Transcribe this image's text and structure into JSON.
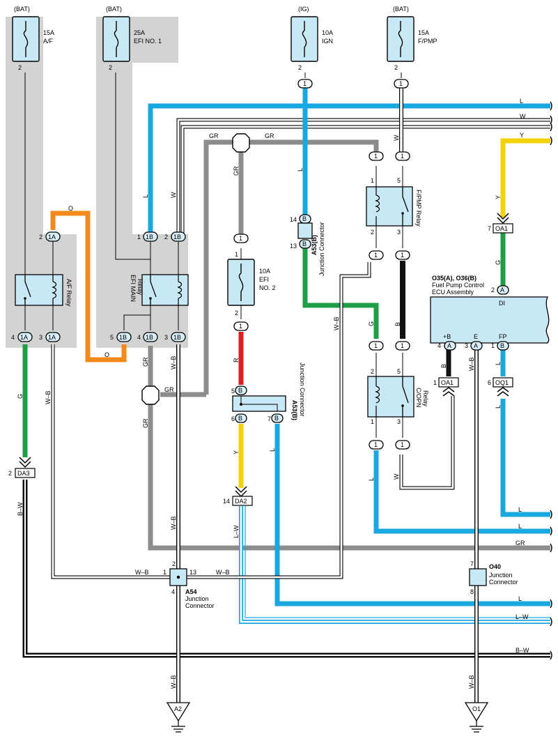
{
  "colors": {
    "L": "#1aa7e0",
    "G": "#1e9e46",
    "O": "#f28a1b",
    "R": "#e11d1d",
    "Y": "#f4d20b",
    "GR": "#8c8c8c",
    "B": "#111111",
    "W": "#ffffff",
    "shade": "#d3d3d3",
    "component": "#c9e8f6"
  },
  "sources": [
    "(BAT)",
    "(BAT)",
    "(IG)",
    "(BAT)"
  ],
  "fuses": [
    {
      "amp": "15A",
      "name": "A/F",
      "pin": "2"
    },
    {
      "amp": "25A",
      "name": "EFI NO. 1",
      "pin": "2"
    },
    {
      "amp": "10A",
      "name": "IGN",
      "pin": "2"
    },
    {
      "amp": "15A",
      "name": "F/PMP",
      "pin": "2"
    },
    {
      "amp": "10A",
      "name1": "EFI",
      "name2": "NO. 2",
      "pin_top": "1",
      "pin_bottom": "2"
    }
  ],
  "relays": {
    "af": "A/F Relay",
    "efi_main_1": "EFI MAIN",
    "efi_main_2": "Relay",
    "fpmp": "F/PMP Relay",
    "copn_1": "C/OPN",
    "copn_2": "Relay"
  },
  "ecu": {
    "id": "O35(A), O36(B)",
    "name1": "Fuel Pump Control",
    "name2": "ECU Assembly",
    "di": "DI",
    "pb": "+B",
    "e": "E",
    "fp": "FP"
  },
  "junctions": {
    "a53_id": "A53(B)",
    "a53_name": "Junction Connector",
    "a54_id": "A54",
    "a54_name1": "Junction",
    "a54_name2": "Connector",
    "o40_id": "O40",
    "o40_name1": "Junction",
    "o40_name2": "Connector"
  },
  "connectors": {
    "oa1": "OA1",
    "oq1": "OQ1",
    "da3": "DA3",
    "da2": "DA2",
    "a2": "A2",
    "o1": "O1"
  },
  "terminals": [
    "1",
    "1A",
    "1B",
    "A",
    "B"
  ],
  "pins": [
    "1",
    "2",
    "3",
    "4",
    "5",
    "6",
    "7",
    "8",
    "13",
    "14"
  ],
  "wire_codes": {
    "L": "L",
    "W": "W",
    "Y": "Y",
    "O": "O",
    "GR": "GR",
    "G": "G",
    "R": "R",
    "B": "B",
    "WB": "W–B",
    "BW": "B–W",
    "LW": "L–W"
  }
}
